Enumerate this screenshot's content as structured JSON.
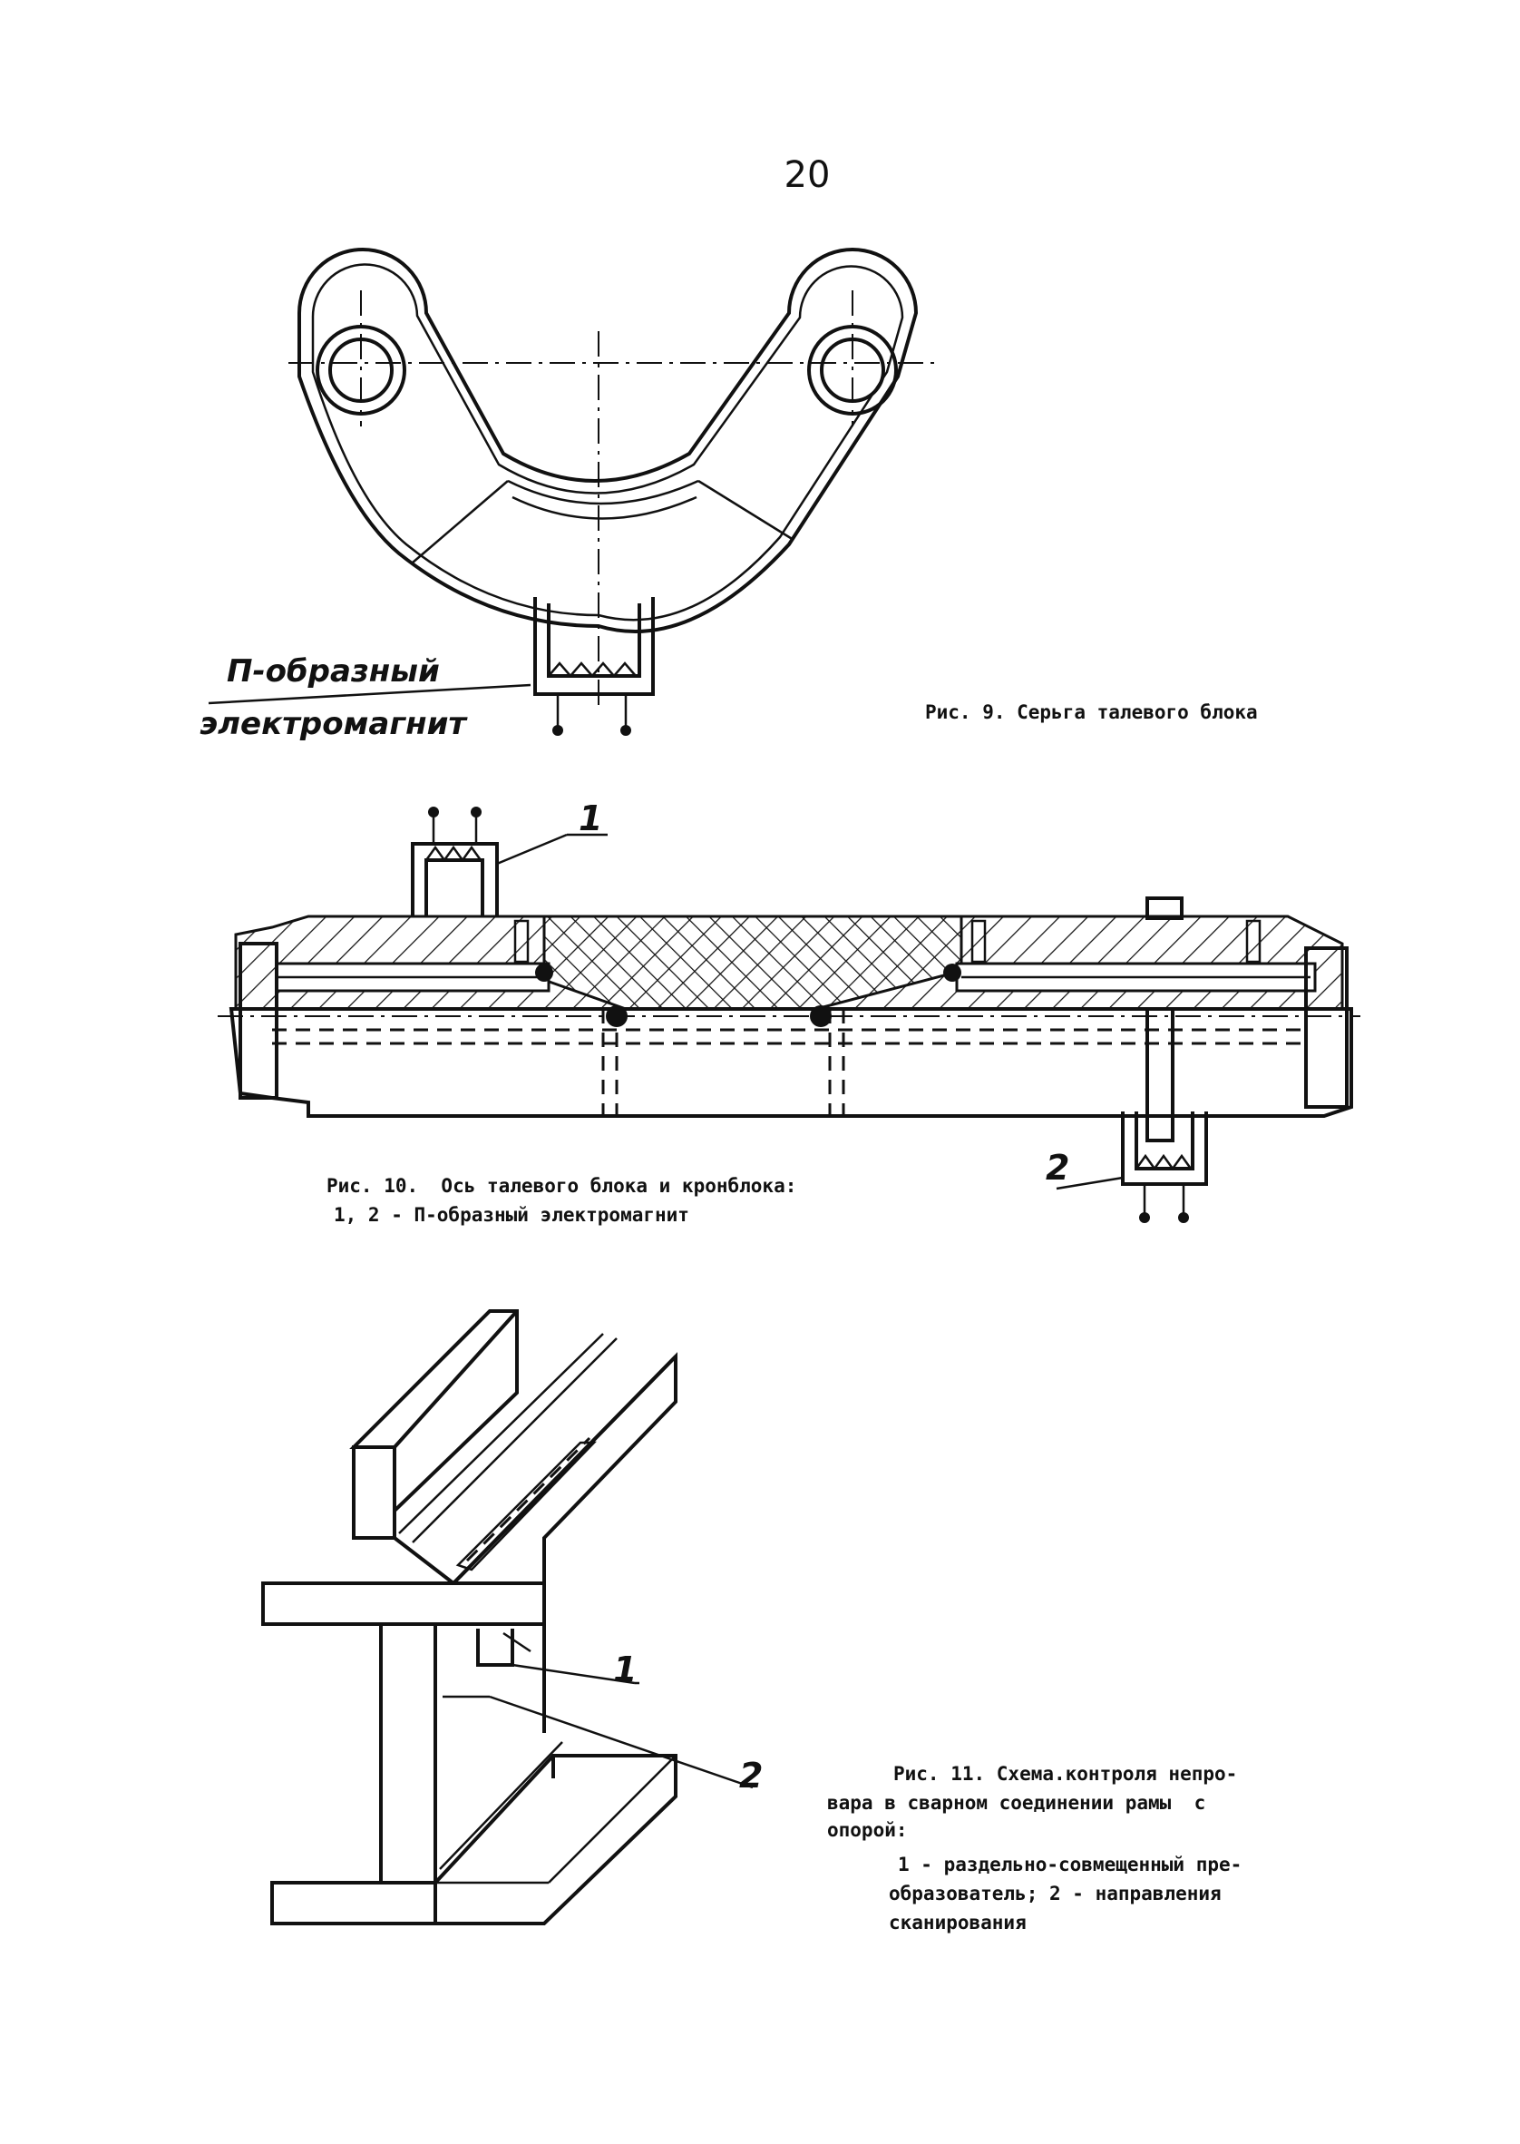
{
  "page_number": "20",
  "fig9": {
    "label_line1": "П-образный",
    "label_line2": "электромагнит",
    "caption": "Рис. 9. Серьга талевого блока"
  },
  "fig10": {
    "callout_1": "1",
    "callout_2": "2",
    "caption_line1": "Рис. 10.  Ось талевого блока и кронблока:",
    "caption_line2": "1, 2 - П-образный электромагнит"
  },
  "fig11": {
    "callout_1": "1",
    "callout_2": "2",
    "caption_line1": "Рис. 11. Схема.контроля непро-",
    "caption_line2": "вара в сварном соединении рамы  с",
    "caption_line3": "опорой:",
    "caption_line4": "1 - раздельно-совмещенный пре-",
    "caption_line5": "образователь; 2 - направления",
    "caption_line6": "сканирования"
  }
}
